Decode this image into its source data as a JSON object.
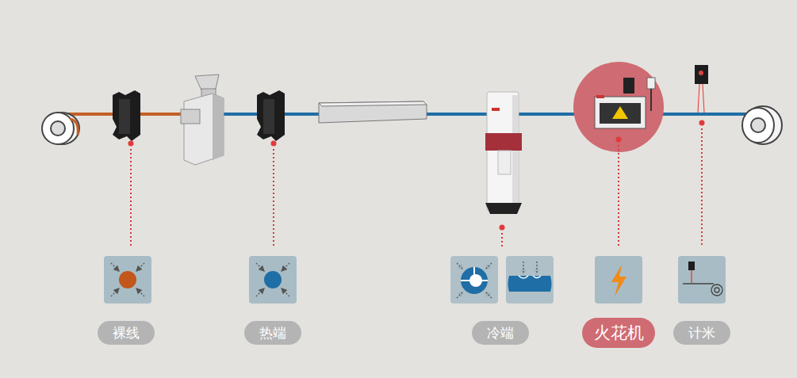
{
  "diagram": {
    "nodes": [
      {
        "text": [
          "裸线"
        ]
      },
      {
        "text": [
          "热端"
        ]
      },
      {
        "text": [
          "冷端"
        ]
      },
      {
        "text": [
          "火花机"
        ]
      },
      {
        "text": [
          "计米"
        ]
      }
    ]
  }
}
